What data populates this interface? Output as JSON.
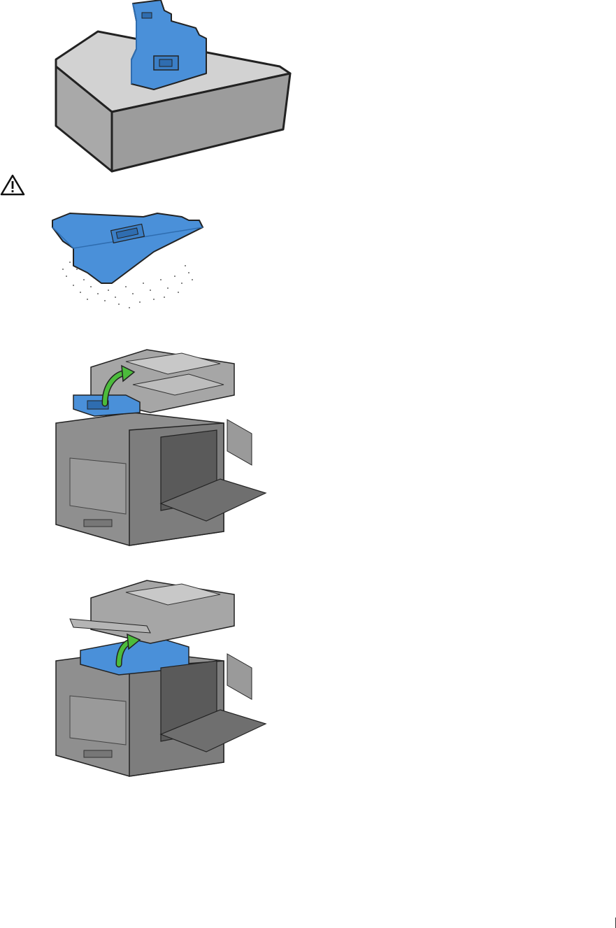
{
  "page": {
    "figures": [
      {
        "name": "waste-toner-box-upright-on-table"
      },
      {
        "name": "warning-symbol"
      },
      {
        "name": "waste-toner-box-toner-spilling"
      },
      {
        "name": "printer-lift-operator-panel"
      },
      {
        "name": "printer-lift-scanner-unit"
      }
    ],
    "page_number": ""
  },
  "colors": {
    "part_blue": "#4a90d9",
    "part_blue_dark": "#2f6db0",
    "printer_gray": "#8a8a8a",
    "table_gray": "#c8c8c8",
    "arrow_green": "#4cbc3c",
    "outline": "#222222"
  }
}
